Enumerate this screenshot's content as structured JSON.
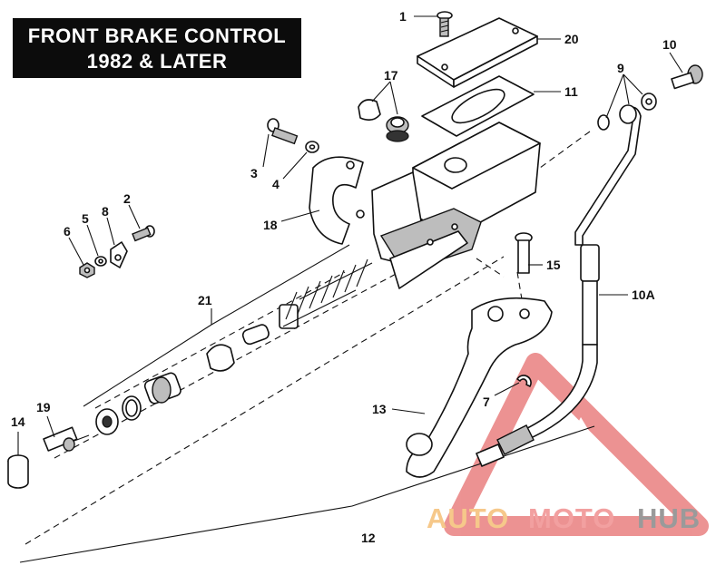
{
  "title": {
    "line1": "FRONT BRAKE CONTROL",
    "line2": "1982 & LATER"
  },
  "callouts": [
    "1",
    "20",
    "11",
    "17",
    "10",
    "9",
    "3",
    "4",
    "18",
    "2",
    "8",
    "5",
    "6",
    "15",
    "10A",
    "21",
    "7",
    "13",
    "19",
    "14",
    "12"
  ],
  "watermark": {
    "part1": "AUTO",
    "part2": "MOTO",
    "part3": "HUB"
  },
  "colors": {
    "ink": "#111111",
    "title_bg": "#0c0c0c",
    "watermark_red": "#e98080",
    "watermark_orange": "#f6c88a",
    "watermark_gray": "#9a9a9a"
  }
}
